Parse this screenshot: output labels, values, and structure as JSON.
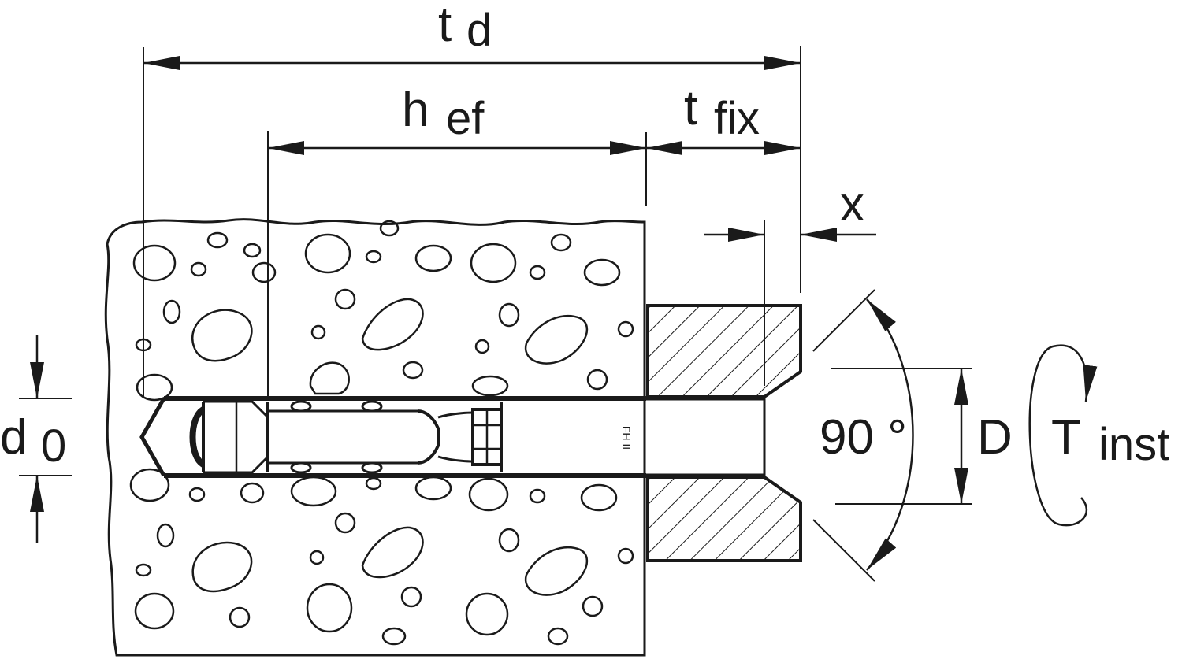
{
  "labels": {
    "td_main": "t",
    "td_sub": "d",
    "hef_main": "h",
    "hef_sub": "ef",
    "tfix_main": "t",
    "tfix_sub": "fix",
    "x": "x",
    "d0_main": "d",
    "d0_sub": "0",
    "angle": "90 °",
    "D": "D",
    "tinst_main": "T",
    "tinst_sub": "inst",
    "anchor_marking": "FH II"
  },
  "colors": {
    "ink": "#1a1a1a",
    "background": "#ffffff"
  },
  "icons": {
    "torque": "rotation-arrow-icon"
  }
}
